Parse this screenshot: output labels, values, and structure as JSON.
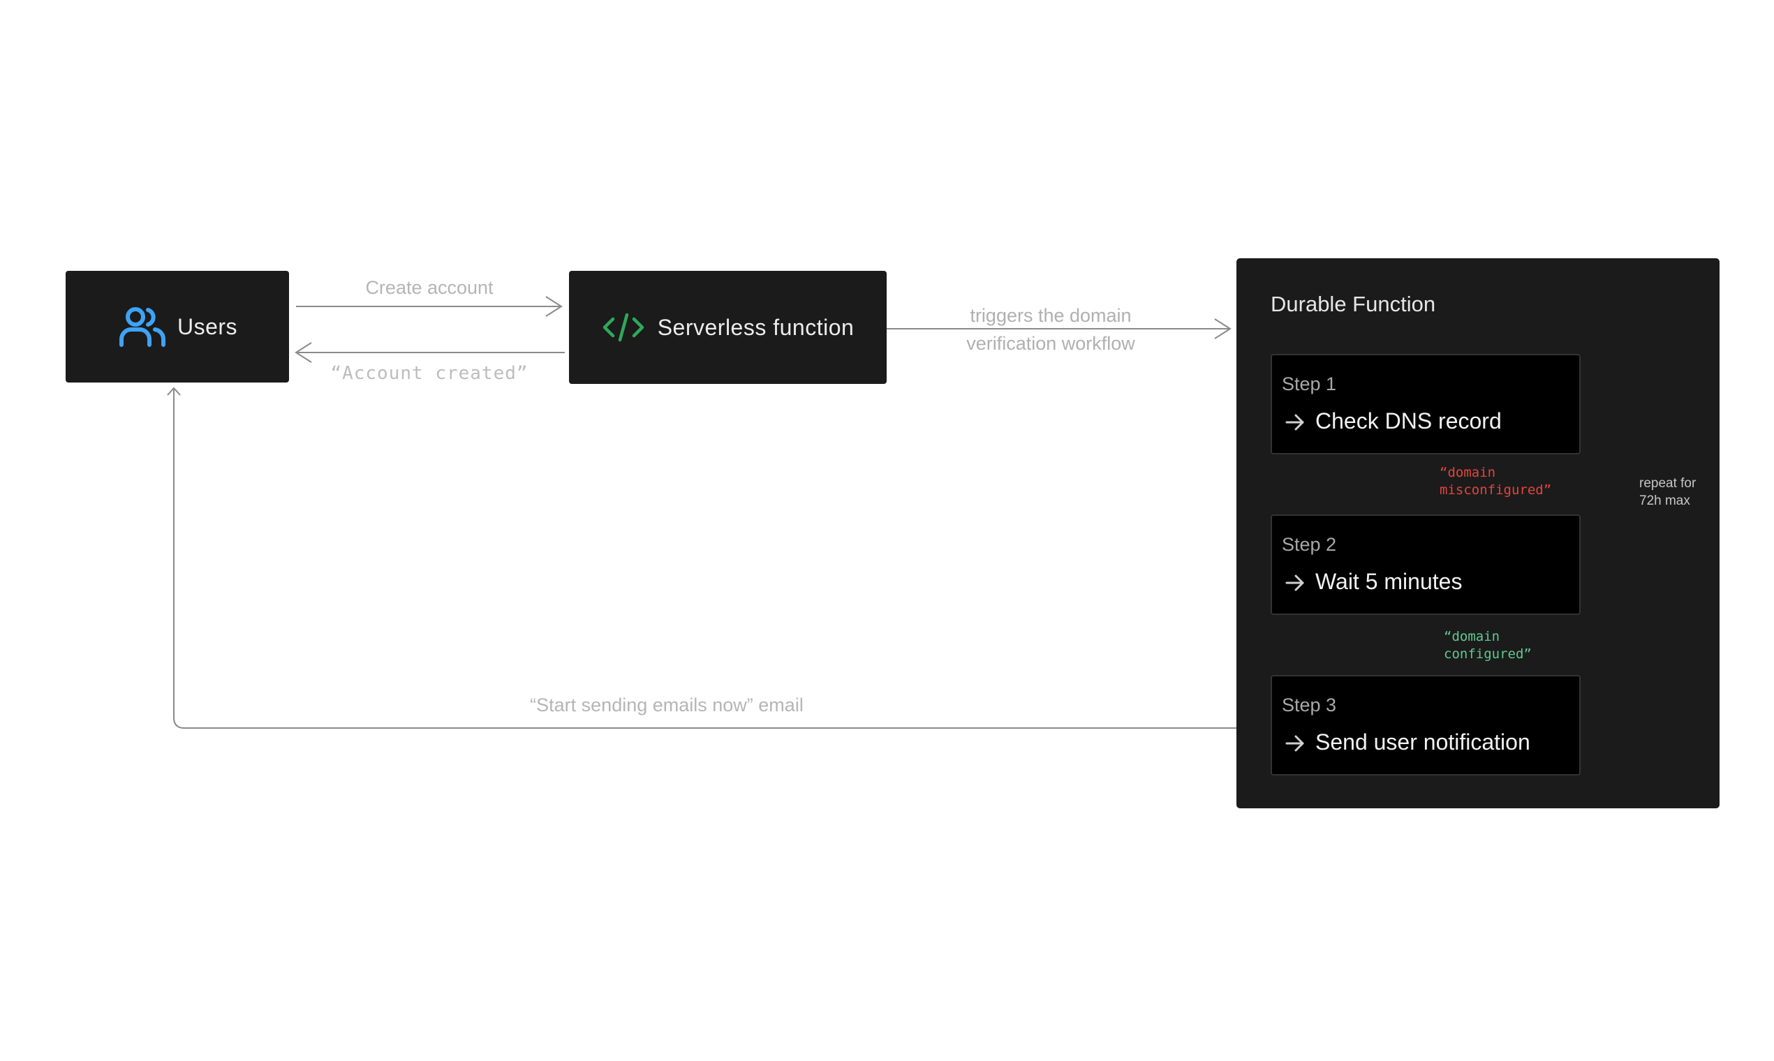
{
  "nodes": {
    "users": {
      "label": "Users",
      "icon": "users-icon"
    },
    "serverless": {
      "label": "Serverless function",
      "icon": "code-icon"
    },
    "durable": {
      "title": "Durable Function",
      "steps": [
        {
          "number": "Step 1",
          "text": "Check DNS record"
        },
        {
          "number": "Step 2",
          "text": "Wait 5 minutes"
        },
        {
          "number": "Step 3",
          "text": "Send user notification"
        }
      ]
    }
  },
  "edges": {
    "create_account": "Create account",
    "account_created": "“Account created”",
    "triggers": "triggers the domain verification workflow",
    "domain_misconfigured": "“domain\nmisconfigured”",
    "domain_configured": "“domain\nconfigured”",
    "repeat": "repeat for\n72h max",
    "start_sending": "“Start sending emails now” email"
  },
  "colors": {
    "node_bg": "#1b1b1b",
    "step_bg": "#000000",
    "users_icon": "#3ea3f5",
    "code_icon": "#2fa85a",
    "misconfigured": "#e4443c",
    "configured": "#5fc98f",
    "edge": "#8a8a8a"
  }
}
